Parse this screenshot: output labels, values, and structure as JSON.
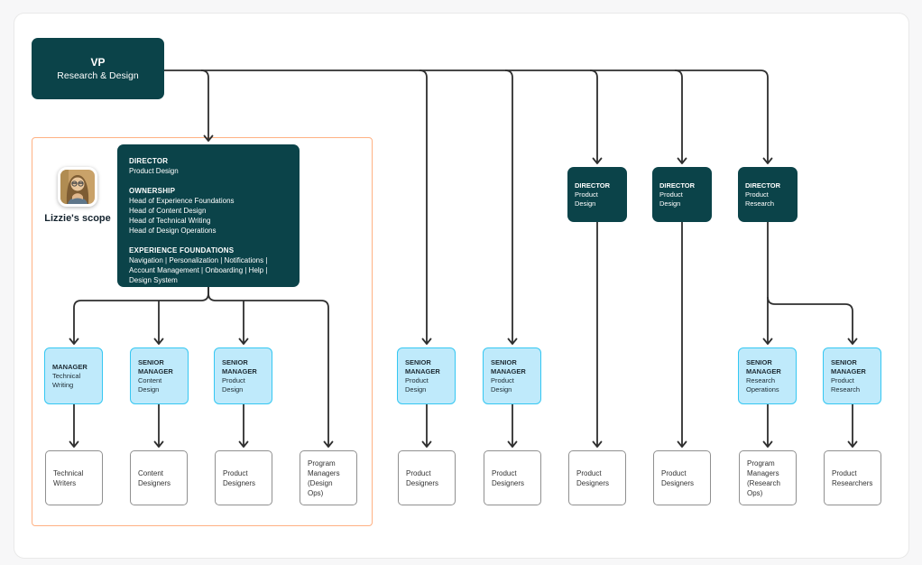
{
  "colors": {
    "teal": "#0b4349",
    "manager_fill": "#bfeafb",
    "manager_border": "#35c7f2",
    "scope_outline": "#ffb183",
    "connector": "#2e2e2e",
    "team_border": "#909090",
    "card_bg": "#ffffff",
    "page_bg": "#f7f7f8"
  },
  "vp": {
    "title": "VP",
    "subtitle": "Research & Design"
  },
  "scope": {
    "label": "Lizzie's scope",
    "avatar": "portrait-photo-of-lizzie"
  },
  "lead": {
    "role": "DIRECTOR",
    "area": "Product Design",
    "sections": [
      {
        "heading": "OWNERSHIP",
        "lines": [
          "Head of Experience Foundations",
          "Head of Content Design",
          "Head of Technical Writing",
          "Head of Design Operations"
        ]
      },
      {
        "heading": "EXPERIENCE FOUNDATIONS",
        "lines": [
          "Navigation | Personalization | Notifications | Account Management | Onboarding | Help | Design System"
        ]
      }
    ]
  },
  "directors": [
    {
      "role": "DIRECTOR",
      "area": "Product Design"
    },
    {
      "role": "DIRECTOR",
      "area": "Product Design"
    },
    {
      "role": "DIRECTOR",
      "area": "Product Research"
    }
  ],
  "managers": [
    {
      "role": "MANAGER",
      "area": "Technical Writing"
    },
    {
      "role": "SENIOR MANAGER",
      "area": "Content Design"
    },
    {
      "role": "SENIOR MANAGER",
      "area": "Product Design"
    },
    {
      "role": "SENIOR MANAGER",
      "area": "Product Design"
    },
    {
      "role": "SENIOR MANAGER",
      "area": "Product Design"
    },
    {
      "role": "SENIOR MANAGER",
      "area": "Research Operations"
    },
    {
      "role": "SENIOR MANAGER",
      "area": "Product Research"
    }
  ],
  "teams": [
    {
      "label": "Technical Writers"
    },
    {
      "label": "Content Designers"
    },
    {
      "label": "Product Designers"
    },
    {
      "label": "Program Managers (Design Ops)"
    },
    {
      "label": "Product Designers"
    },
    {
      "label": "Product Designers"
    },
    {
      "label": "Product Designers"
    },
    {
      "label": "Product Designers"
    },
    {
      "label": "Program Managers (Research Ops)"
    },
    {
      "label": "Product Researchers"
    }
  ]
}
